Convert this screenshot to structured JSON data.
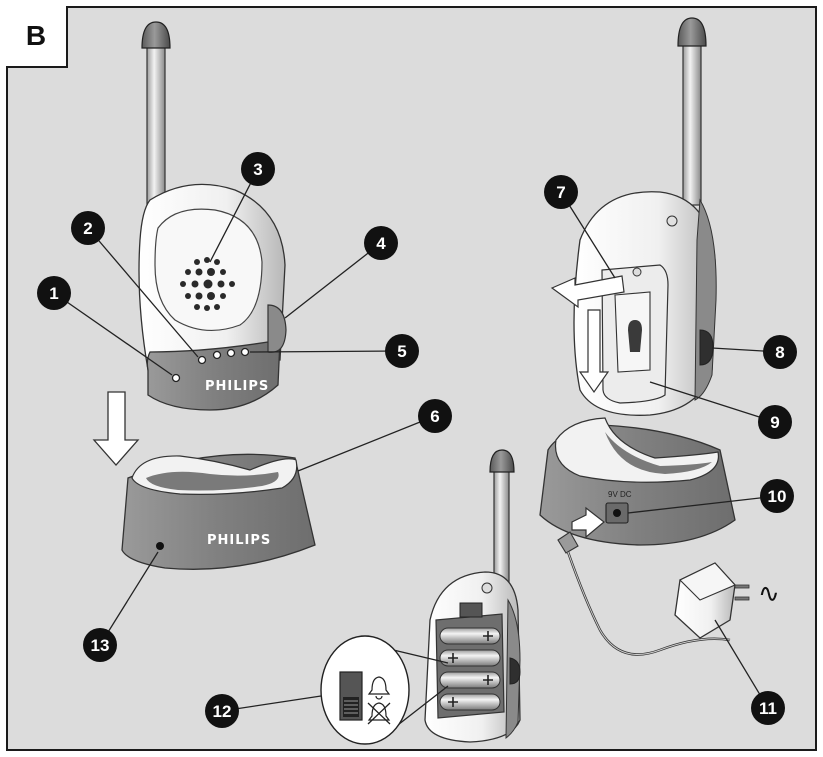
{
  "figure_label": "B",
  "brand_text": "PHILIPS",
  "adapter_label": "9V DC",
  "ac_symbol": "∿",
  "callouts": [
    "1",
    "2",
    "3",
    "4",
    "5",
    "6",
    "7",
    "8",
    "9",
    "10",
    "11",
    "12",
    "13"
  ],
  "colors": {
    "background": "#dcdcdc",
    "device_white": "#f4f4f4",
    "device_dark": "#8a8a8a",
    "callout_fill": "#111111",
    "line": "#222222"
  }
}
